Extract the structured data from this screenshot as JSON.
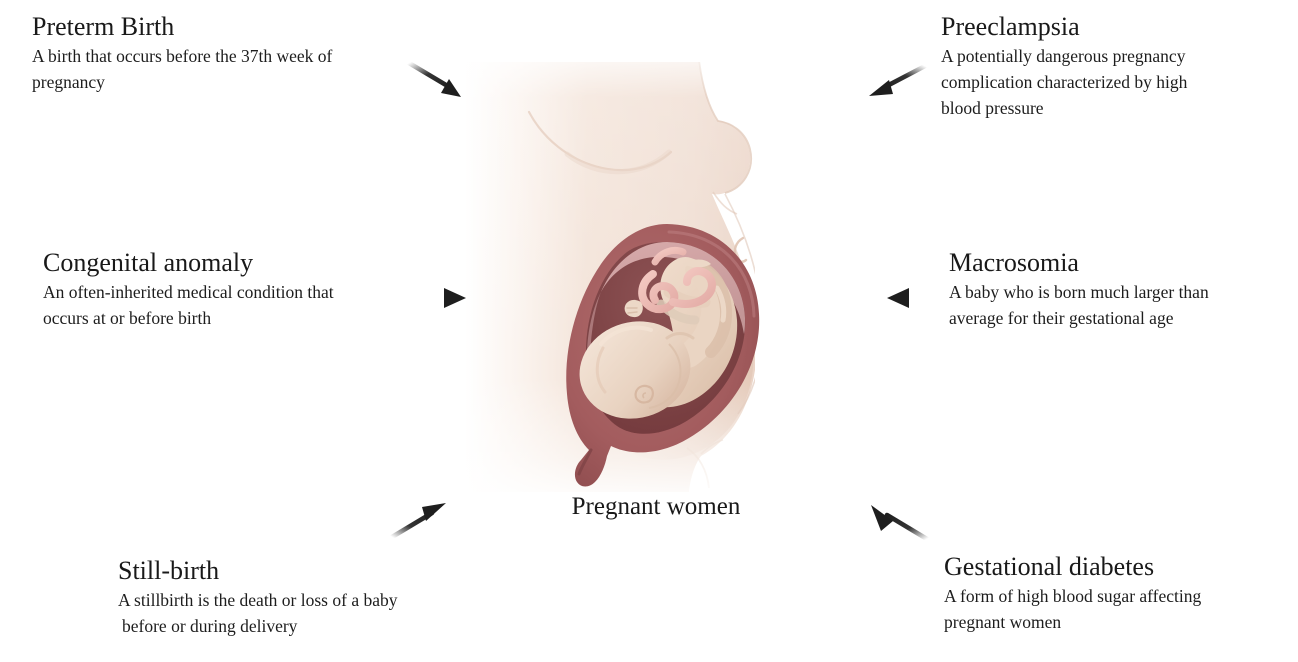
{
  "diagram": {
    "center": {
      "caption": "Pregnant women",
      "illustration_name": "pregnant-woman-fetus-illustration",
      "colors": {
        "skin": "#f1ded2",
        "skin_shadow": "#e4cdbf",
        "skin_light": "#f8efe8",
        "uterus_wall": "#a85f61",
        "uterus_wall_dark": "#8f4c4e",
        "uterus_inner": "#7d4244",
        "amnion": "#d8a9a9",
        "fetus_skin": "#e9d3c3",
        "fetus_shadow": "#d9bda9",
        "cord": "#f0c2bc",
        "outline": "#c9ab9b"
      }
    },
    "arrow_color": "#1e1e1e",
    "labels": [
      {
        "id": "preterm-birth",
        "position": "top-left",
        "title": "Preterm Birth",
        "description_lines": [
          "A birth that occurs before the 37th week of",
          "pregnancy"
        ],
        "arrow": "arrow-down-right"
      },
      {
        "id": "preeclampsia",
        "position": "top-right",
        "title": "Preeclampsia",
        "description_lines": [
          "A potentially dangerous pregnancy",
          "complication characterized by high",
          "blood pressure"
        ],
        "arrow": "arrow-down-left"
      },
      {
        "id": "congenital-anomaly",
        "position": "middle-left",
        "title": "Congenital anomaly",
        "description_lines": [
          "An often-inherited medical condition that",
          "occurs at or before birth"
        ],
        "arrow": "arrow-right"
      },
      {
        "id": "macrosomia",
        "position": "middle-right",
        "title": "Macrosomia",
        "description_lines": [
          "A baby who is born much larger than",
          "average for their gestational age"
        ],
        "arrow": "arrow-left"
      },
      {
        "id": "still-birth",
        "position": "bottom-left",
        "title": "Still-birth",
        "description_lines": [
          "A stillbirth is the death or loss of a baby",
          " before or during delivery"
        ],
        "arrow": "arrow-up-right"
      },
      {
        "id": "gestational-diabetes",
        "position": "bottom-right",
        "title": "Gestational diabetes",
        "description_lines": [
          "A form of high blood sugar affecting",
          "pregnant women"
        ],
        "arrow": "arrow-up-left"
      }
    ]
  }
}
